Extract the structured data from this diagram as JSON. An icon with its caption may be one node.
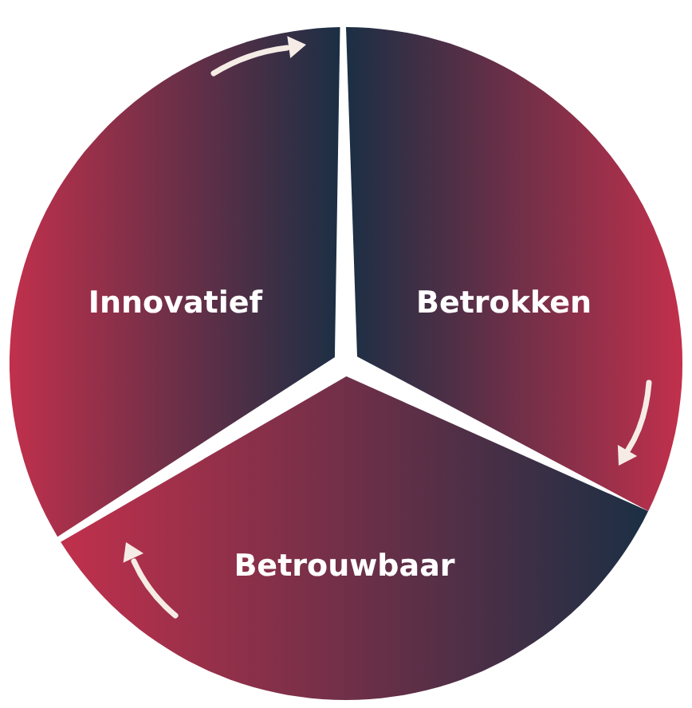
{
  "diagram": {
    "nodes": [
      {
        "text": [
          "Innovatief"
        ]
      },
      {
        "text": [
          "Betrokken"
        ]
      },
      {
        "text": [
          "Betrouwbaar"
        ]
      }
    ]
  }
}
